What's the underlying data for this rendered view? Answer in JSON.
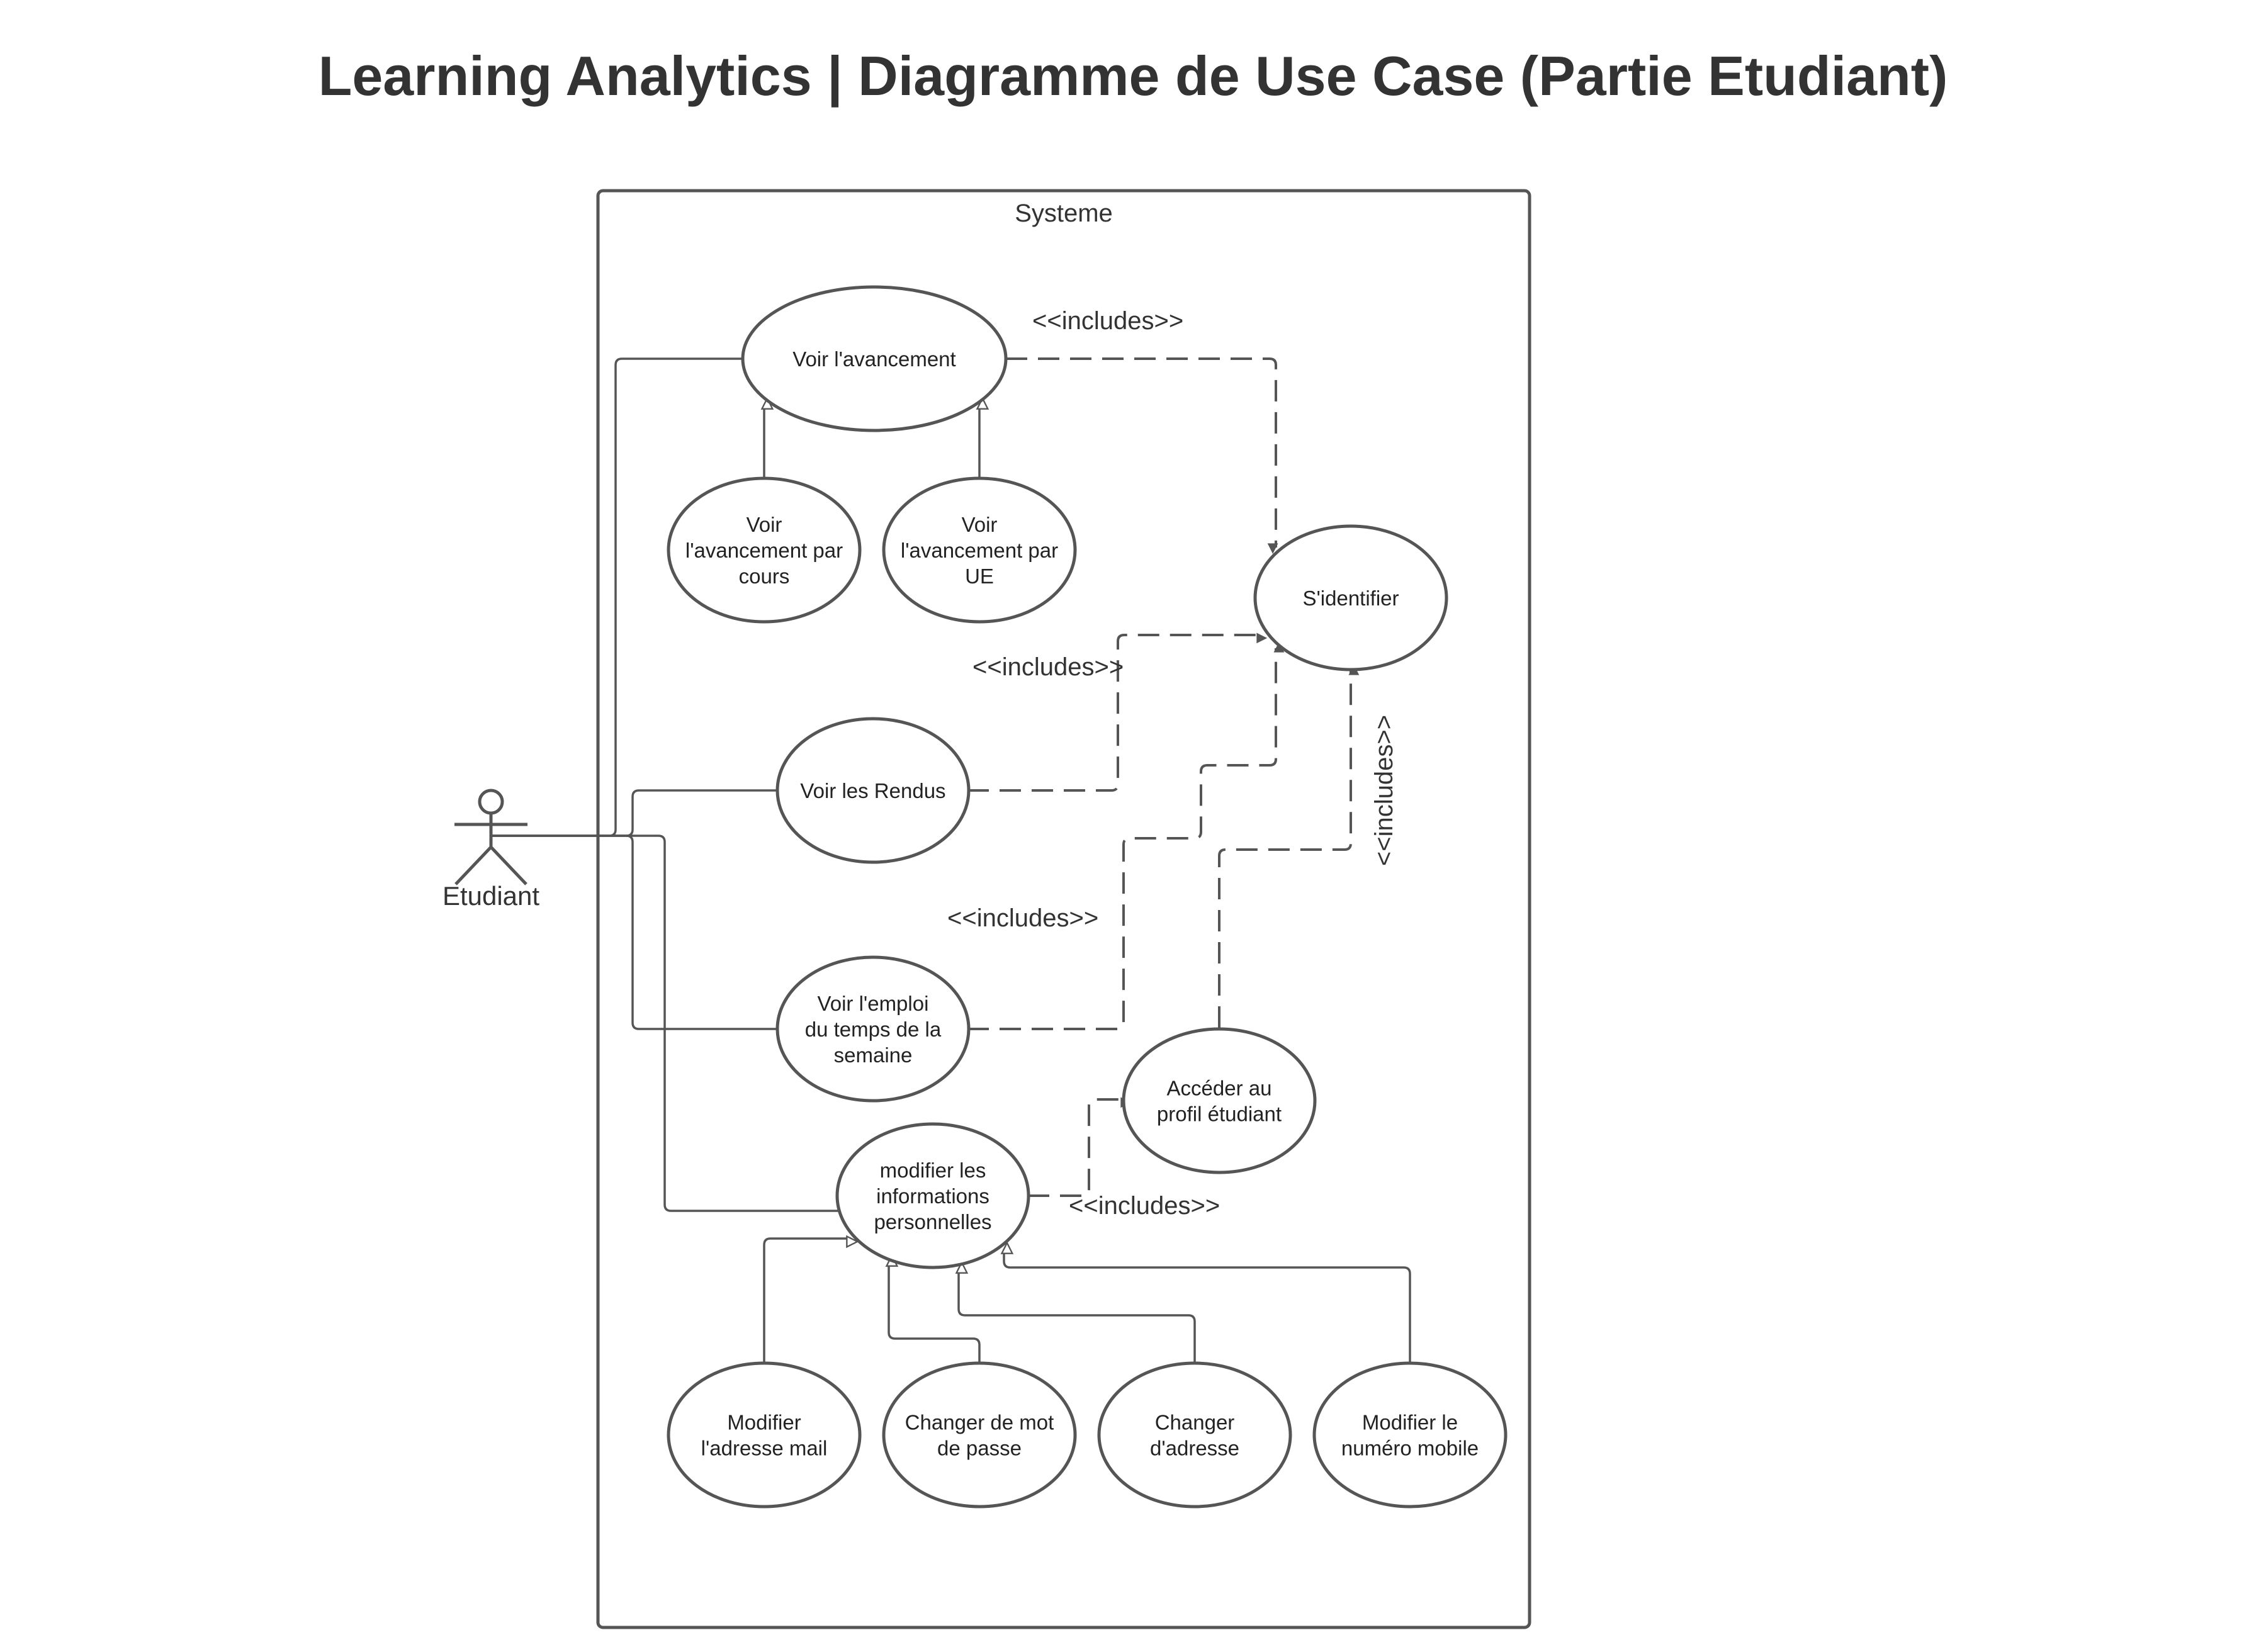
{
  "title": "Learning Analytics | Diagramme de Use Case (Partie Etudiant)",
  "system": {
    "label": "Systeme"
  },
  "actor": {
    "label": "Etudiant"
  },
  "use_cases": {
    "voir_avancement": [
      "Voir l'avancement"
    ],
    "voir_avancement_cours": [
      "Voir",
      "l'avancement par",
      "cours"
    ],
    "voir_avancement_ue": [
      "Voir",
      "l'avancement par",
      "UE"
    ],
    "sidentifier": [
      "S'identifier"
    ],
    "voir_rendus": [
      "Voir les Rendus"
    ],
    "voir_emploi": [
      "Voir l'emploi",
      "du temps de la",
      "semaine"
    ],
    "acceder_profil": [
      "Accéder au",
      "profil étudiant"
    ],
    "modifier_infos": [
      "modifier les",
      "informations",
      "personnelles"
    ],
    "modifier_mail": [
      "Modifier",
      "l'adresse mail"
    ],
    "changer_mdp": [
      "Changer de mot",
      "de passe"
    ],
    "changer_adresse": [
      "Changer",
      "d'adresse"
    ],
    "modifier_mobile": [
      "Modifier le",
      "numéro mobile"
    ]
  },
  "relations": {
    "includes_label": "<<includes>>"
  },
  "colors": {
    "stroke": "#555555",
    "title": "#333333",
    "background": "#ffffff"
  }
}
